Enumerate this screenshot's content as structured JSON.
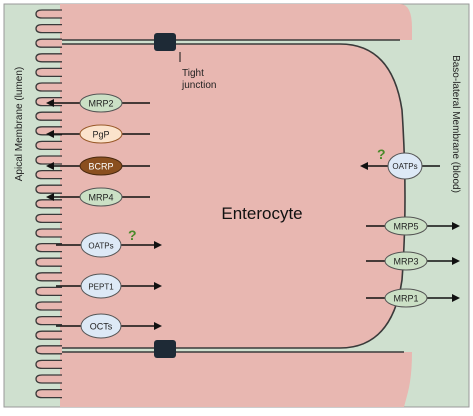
{
  "labels": {
    "apical": "Apical Membrane (lumen)",
    "basolateral": "Baso-lateral Membrane (blood)",
    "cell": "Enterocyte",
    "tight_junction_line1": "Tight",
    "tight_junction_line2": "junction",
    "unknown_mark": "?"
  },
  "apical_transporters": [
    {
      "name": "MRP2",
      "direction": "efflux",
      "color": "#cbe0c5"
    },
    {
      "name": "PgP",
      "direction": "efflux",
      "color": "#fbe3cc"
    },
    {
      "name": "BCRP",
      "direction": "efflux",
      "color": "#8a4f1f"
    },
    {
      "name": "MRP4",
      "direction": "efflux",
      "color": "#cbe0c5"
    },
    {
      "name": "OATPs",
      "direction": "influx",
      "color": "#dde9f6"
    },
    {
      "name": "PEPT1",
      "direction": "influx",
      "color": "#dde9f6"
    },
    {
      "name": "OCTs",
      "direction": "influx",
      "color": "#dde9f6"
    }
  ],
  "basolateral_transporters": [
    {
      "name": "OATPs",
      "direction": "influx",
      "color": "#dde9f6"
    },
    {
      "name": "MRP5",
      "direction": "efflux",
      "color": "#cbe0c5"
    },
    {
      "name": "MRP3",
      "direction": "efflux",
      "color": "#cbe0c5"
    },
    {
      "name": "MRP1",
      "direction": "efflux",
      "color": "#cbe0c5"
    }
  ],
  "colors": {
    "lumen_background": "#cfe0cf",
    "cell_fill": "#e8b7b1",
    "membrane": "#3a3a3a",
    "question_mark": "#4a8a2a"
  }
}
